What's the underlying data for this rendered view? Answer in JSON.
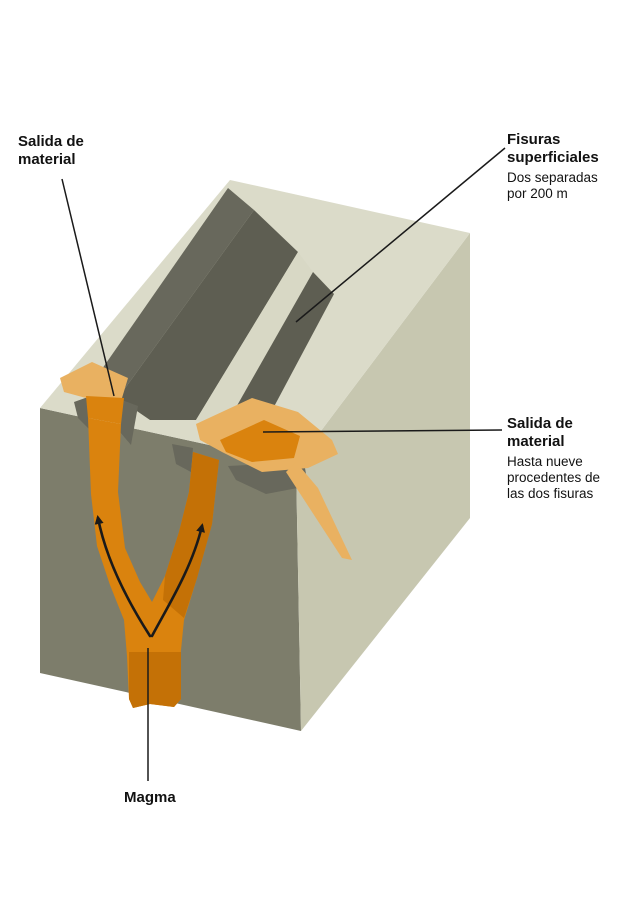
{
  "labels": {
    "exit_top": {
      "title": "Salida de\nmaterial"
    },
    "fissures": {
      "title": "Fisuras\nsuperficiales",
      "subtitle": "Dos separadas\npor 200 m"
    },
    "exit_right": {
      "title": "Salida de\nmaterial",
      "subtitle": "Hasta nueve\nprocedentes de\nlas dos fisuras"
    },
    "magma": {
      "title": "Magma"
    }
  },
  "colors": {
    "background": "#ffffff",
    "text": "#121212",
    "ink": "#1a1a1a",
    "top_face": "#dbdbc9",
    "right_face": "#c7c7b0",
    "front_face": "#7d7d6b",
    "trench_dark": "#68685c",
    "trench_darker": "#5e5e52",
    "ridge_light": "#d8d8c5",
    "lava_light": "#e9b161",
    "lava_bright": "#da830e",
    "lava_deep": "#c47106"
  }
}
